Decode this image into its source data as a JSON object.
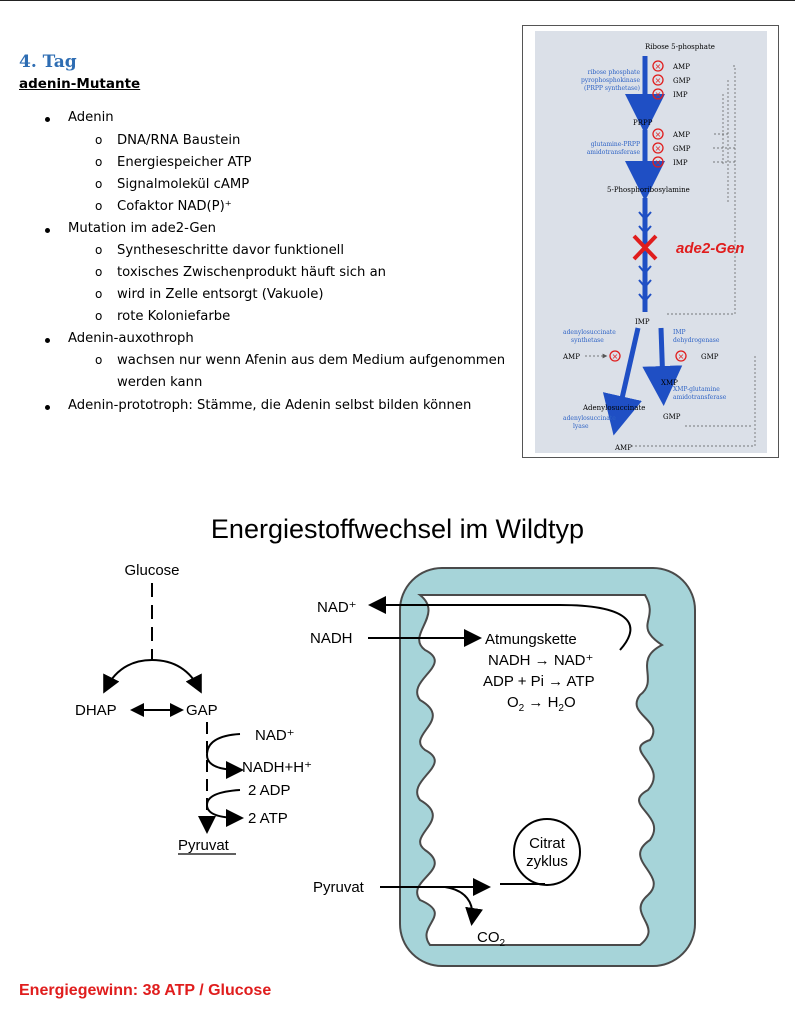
{
  "header": {
    "day": "4. Tag",
    "subtitle": "adenin-Mutante"
  },
  "notes": [
    {
      "label": "Adenin",
      "children": [
        "DNA/RNA Baustein",
        "Energiespeicher ATP",
        "Signalmolekül cAMP",
        "Cofaktor NAD(P)⁺"
      ]
    },
    {
      "label": "Mutation im ade2-Gen",
      "children": [
        "Syntheseschritte davor funktionell",
        "toxisches Zwischenprodukt häuft sich an",
        "wird in Zelle entsorgt (Vakuole)",
        "rote Koloniefarbe"
      ]
    },
    {
      "label": "Adenin-auxothroph",
      "children": [
        "wachsen nur wenn Afenin aus dem Medium aufgenommen",
        "werden kann"
      ]
    },
    {
      "label": "Adenin-prototroph: Stämme, die Adenin selbst bilden können",
      "children": []
    }
  ],
  "pathway": {
    "ribose": "Ribose 5-phosphate",
    "prpp_enzyme": [
      "ribose phosphate",
      "pyrophosphokinase",
      "(PRPP synthetase)"
    ],
    "prpp": "PRPP",
    "amido_enzyme": [
      "glutamine-PRPP",
      "amidotransferase"
    ],
    "psa": "5-Phosphoribosylamine",
    "imp": "IMP",
    "feedback": [
      "AMP",
      "GMP",
      "IMP"
    ],
    "gene_label": "ade2-Gen",
    "adss": [
      "adenylosuccinate",
      "synthetase"
    ],
    "impdh": [
      "IMP",
      "dehydrogenase"
    ],
    "xmp": "XMP",
    "gmps": [
      "XMP-glutamine",
      "amidotransferase"
    ],
    "adenylosuccinate": "Adenylosuccinate",
    "adsl": [
      "adenylosuccinate",
      "lyase"
    ],
    "gmp": "GMP",
    "amp": "AMP"
  },
  "diagram": {
    "title": "Energiestoffwechsel im Wildtyp",
    "glucose": "Glucose",
    "dhap": "DHAP",
    "gap": "GAP",
    "glyc_nad": "NAD⁺",
    "glyc_nadh": "NADH+H⁺",
    "adp": "2 ADP",
    "atp": "2 ATP",
    "pyruvat_product": "Pyruvat",
    "nad_out": "NAD⁺",
    "nadh_in": "NADH",
    "chain_title": "Atmungskette",
    "chain_1": "NADH → NAD⁺",
    "chain_2": "ADP + Pi → ATP",
    "chain_3_a": "O",
    "chain_3_b": " → H",
    "chain_3_c": "O",
    "citrat_1": "Citrat",
    "citrat_2": "zyklus",
    "pyruvat_in": "Pyruvat",
    "co2_a": "CO",
    "sub2": "2",
    "colors": {
      "mito_fill": "#a6d4d9",
      "mito_stroke": "#4a4a4a",
      "energy_text": "#e01d1d",
      "heading": "#2e6db3",
      "pathway_arrow": "#1f4fc4",
      "knockout": "#e01d1d"
    }
  },
  "footer": "Energiegewinn: 38 ATP / Glucose"
}
